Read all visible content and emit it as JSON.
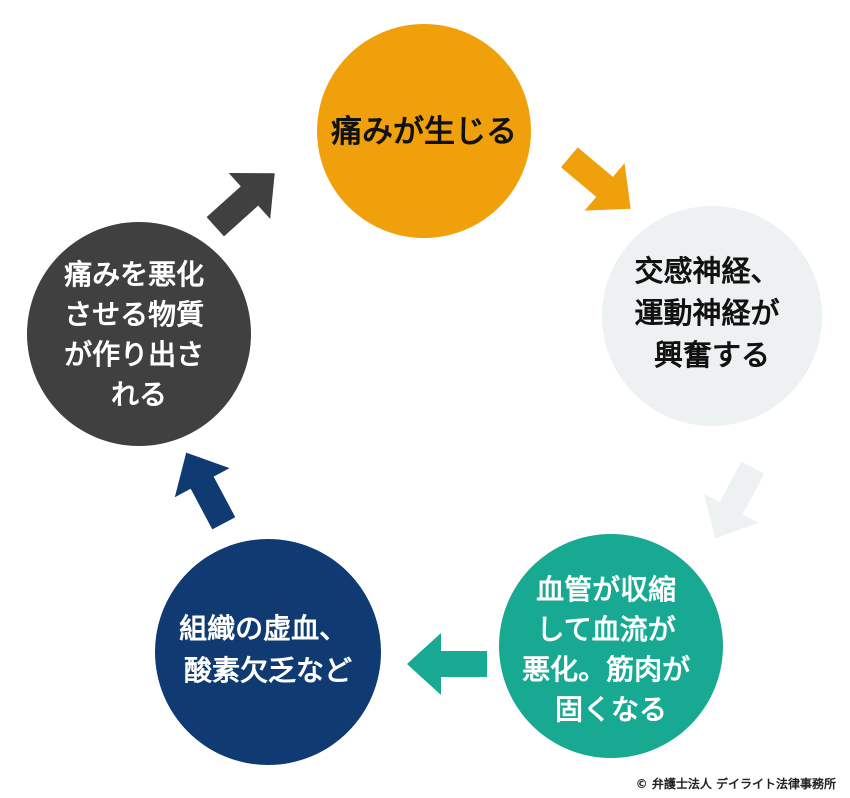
{
  "colors": {
    "node_pain": "#f0a00a",
    "node_nerves": "#eef1f2",
    "node_vessels": "#17a992",
    "node_ischemia": "#0f3a72",
    "node_substances": "#404040",
    "text_light": "#ffffff",
    "text_dark": "#111111"
  },
  "nodes": [
    {
      "id": "pain",
      "lines": [
        "痛みが生じる"
      ]
    },
    {
      "id": "nerves",
      "lines": [
        "交感神経、",
        "運動神経が",
        "興奮する"
      ]
    },
    {
      "id": "vessels",
      "lines": [
        "血管が収縮",
        "して血流が",
        "悪化。筋肉が",
        "固くなる"
      ]
    },
    {
      "id": "ischemia",
      "lines": [
        "組織の虚血、",
        "酸素欠乏など"
      ]
    },
    {
      "id": "substances",
      "lines": [
        "痛みを悪化",
        "させる物質",
        "が作り出さ",
        "れる"
      ]
    }
  ],
  "copyright": "© 弁護士法人 デイライト法律事務所"
}
